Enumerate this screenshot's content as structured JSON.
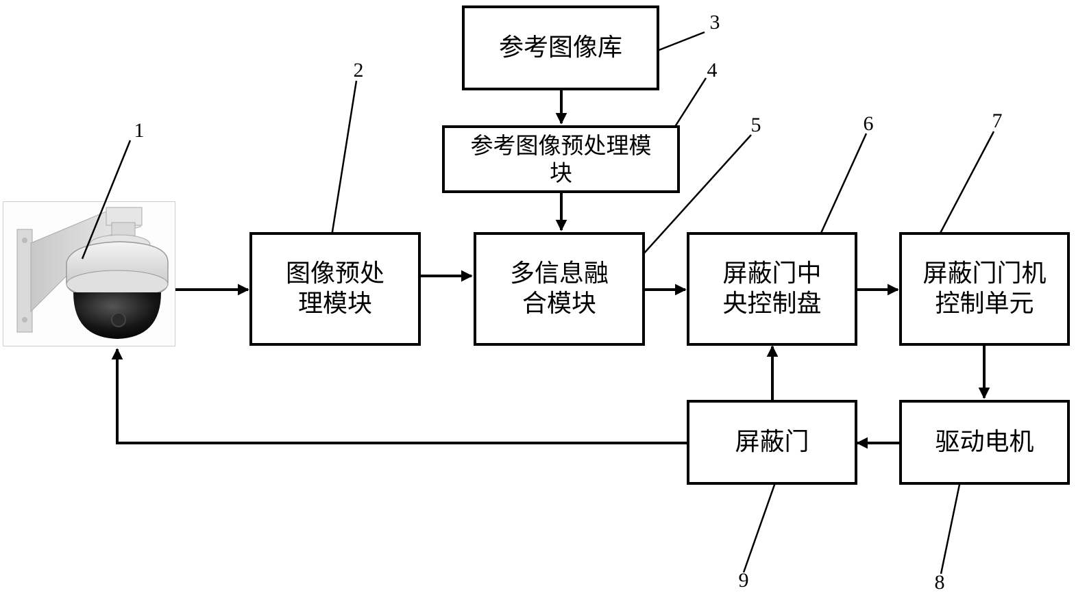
{
  "camera": {
    "icon": "dome-camera-icon"
  },
  "boxes": {
    "ref_library": {
      "line1": "参考图像库"
    },
    "ref_preprocess": {
      "line1": "参考图像预处理模",
      "line2": "块"
    },
    "image_preprocess": {
      "line1": "图像预处",
      "line2": "理模块"
    },
    "fusion": {
      "line1": "多信息融",
      "line2": "合模块"
    },
    "central_panel": {
      "line1": "屏蔽门中",
      "line2": "央控制盘"
    },
    "door_control": {
      "line1": "屏蔽门门机",
      "line2": "控制单元"
    },
    "motor": {
      "line1": "驱动电机"
    },
    "screen_door": {
      "line1": "屏蔽门"
    }
  },
  "callouts": [
    "1",
    "2",
    "3",
    "4",
    "5",
    "6",
    "7",
    "8",
    "9"
  ]
}
